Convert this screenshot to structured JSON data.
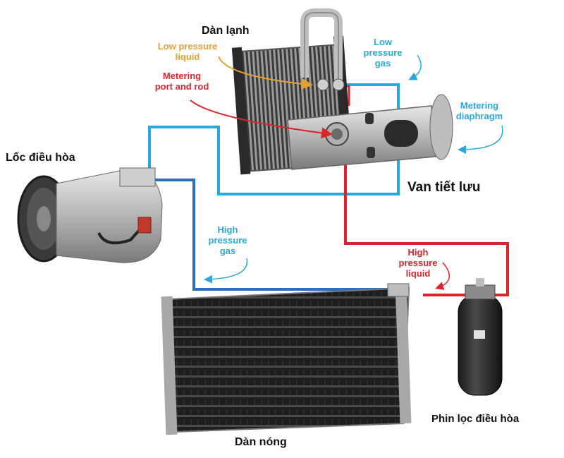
{
  "labels": {
    "evaporator": "Dàn lạnh",
    "compressor": "Lốc điều hòa",
    "expansion_valve": "Van tiết lưu",
    "condenser": "Dàn nóng",
    "receiver_drier": "Phin lọc điều hòa"
  },
  "annotations": {
    "low_pressure_liquid": "Low pressure liquid",
    "metering_port": "Metering port and rod",
    "low_pressure_gas": "Low pressure gas",
    "metering_diaphragm": "Metering diaphragm",
    "high_pressure_gas": "High pressure gas",
    "high_pressure_liquid": "High pressure liquid"
  },
  "colors": {
    "low_pressure_line": "#2aa8dc",
    "high_pressure_gas_line": "#2a6fc0",
    "high_pressure_liquid_line": "#d8262c",
    "low_liquid_text": "#e8a030",
    "metering_text": "#d8262c",
    "low_gas_text": "#2aa8dc",
    "high_gas_text": "#2aa8dc",
    "high_liquid_text": "#d8262c"
  }
}
